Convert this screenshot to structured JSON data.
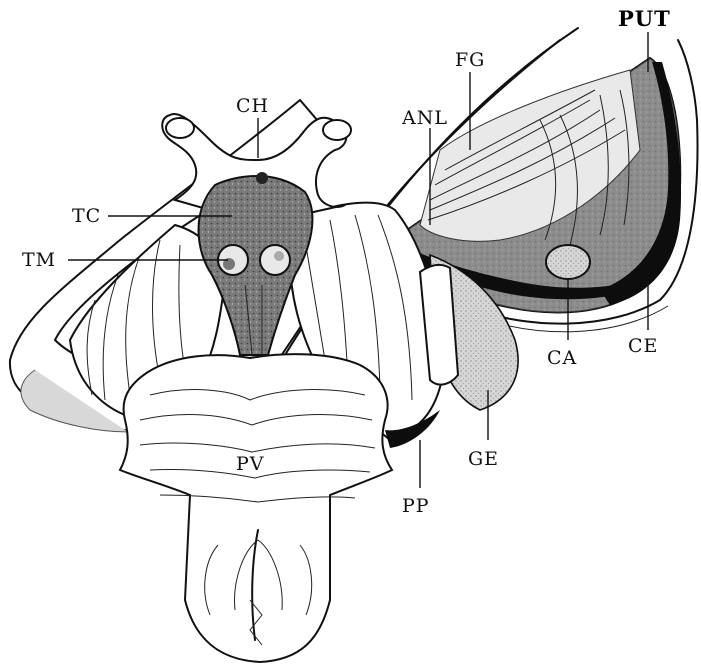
{
  "labels": {
    "ch": "CH",
    "fg": "FG",
    "put": "PUT",
    "anl": "ANL",
    "tc": "TC",
    "tm": "TM",
    "ca": "CA",
    "ce": "CE",
    "ge": "GE",
    "pv": "PV",
    "pp": "PP"
  },
  "colors": {
    "ink": "#111111",
    "tuber_shade": "#6e6e6e",
    "putamen_shade": "#8a8a8a",
    "dark_band": "#0d0d0d",
    "paper": "#ffffff"
  }
}
